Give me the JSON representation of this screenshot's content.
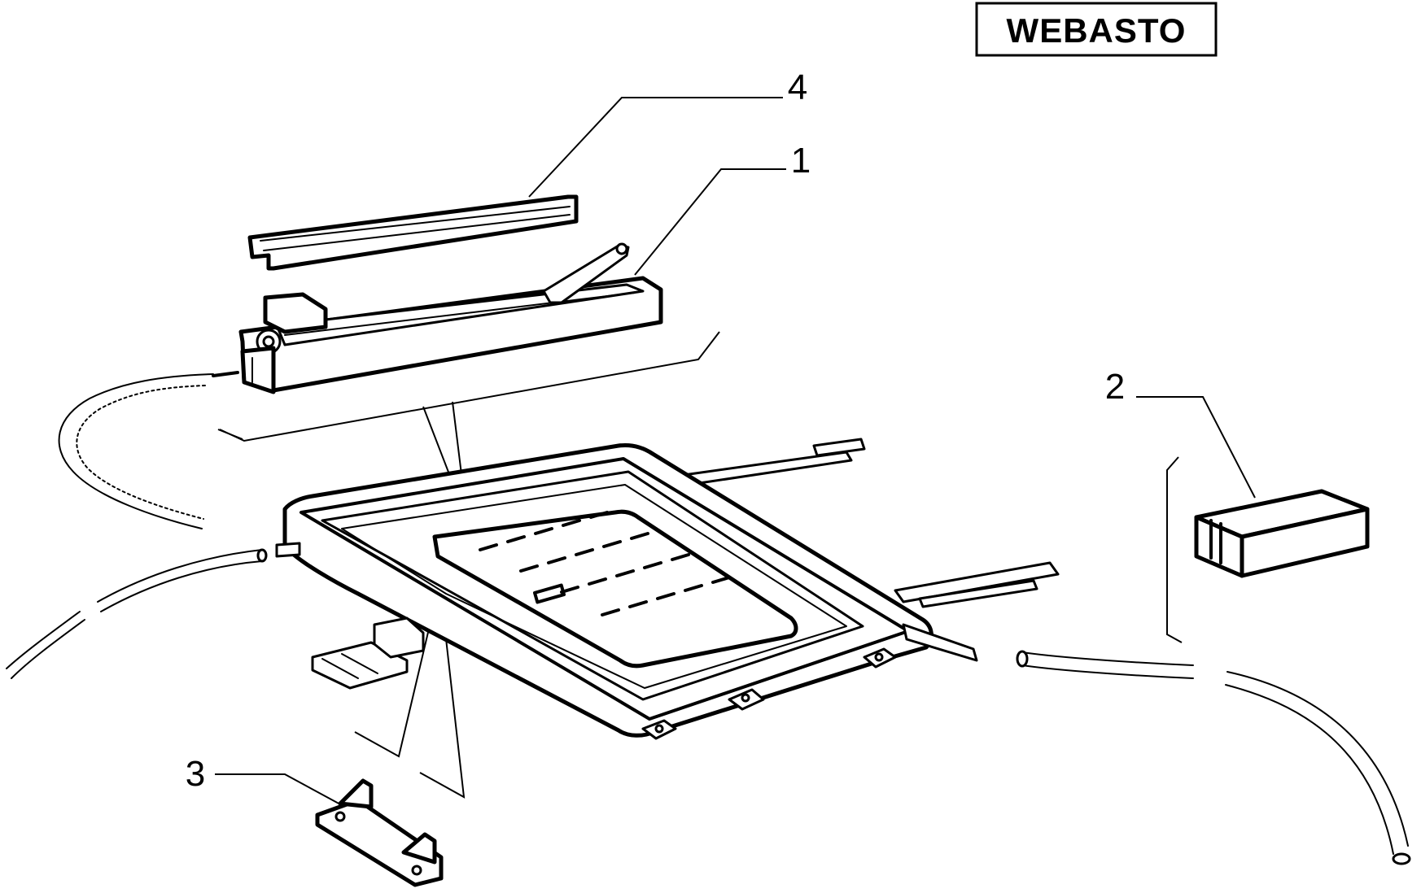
{
  "brand_label": {
    "text": "WEBASTO"
  },
  "callouts": [
    {
      "number": "4",
      "part": "cover-strip"
    },
    {
      "number": "1",
      "part": "motor-track-assembly"
    },
    {
      "number": "2",
      "part": "foam-pad"
    },
    {
      "number": "3",
      "part": "mounting-bracket"
    }
  ],
  "colors": {
    "ink": "#000000",
    "paper": "#ffffff"
  }
}
